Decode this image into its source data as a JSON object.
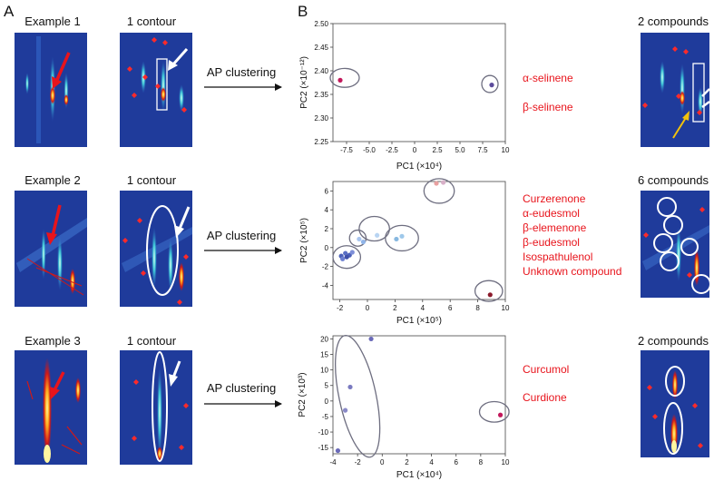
{
  "panels": {
    "a": "A",
    "b": "B"
  },
  "colors": {
    "heatmap_bg": "#1f3b9b",
    "red_text": "#e8141c",
    "arrow_red": "#e8141c",
    "ellipse": "#6e6e80"
  },
  "rows": [
    {
      "example_label": "Example 1",
      "contour_label": "1 contour",
      "method_label": "AP clustering",
      "result_label": "2 compounds",
      "compounds": [
        "α-selinene",
        "β-selinene"
      ],
      "chart": {
        "ylabel": "PC2 (×10⁻¹²)",
        "xlabel": "PC1 (×10⁴)",
        "xticks": [
          "-7.5",
          "-5.0",
          "-2.5",
          "0",
          "2.5",
          "5.0",
          "7.5",
          "10"
        ],
        "yticks": [
          "2.50",
          "2.45",
          "2.40",
          "2.35",
          "2.30",
          "2.25"
        ]
      }
    },
    {
      "example_label": "Example 2",
      "contour_label": "1 contour",
      "method_label": "AP clustering",
      "result_label": "6 compounds",
      "compounds": [
        "Curzerenone",
        "α-eudesmol",
        "β-elemenone",
        "β-eudesmol",
        "Isospathulenol",
        "Unknown compound"
      ],
      "chart": {
        "ylabel": "PC2 (×10⁵)",
        "xlabel": "PC1 (×10⁵)",
        "xticks": [
          "-2",
          "0",
          "2",
          "4",
          "6",
          "8",
          "10"
        ],
        "yticks": [
          "6",
          "4",
          "2",
          "0",
          "-2",
          "-4"
        ]
      }
    },
    {
      "example_label": "Example 3",
      "contour_label": "1 contour",
      "method_label": "AP clustering",
      "result_label": "2 compounds",
      "compounds": [
        "Curcumol",
        "Curdione"
      ],
      "chart": {
        "ylabel": "PC2 (×10³)",
        "xlabel": "PC1 (×10⁴)",
        "xticks": [
          "-4",
          "-2",
          "0",
          "2",
          "4",
          "6",
          "8",
          "10"
        ],
        "yticks": [
          "20",
          "15",
          "10",
          "5",
          "0",
          "-5",
          "-10",
          "-15"
        ]
      }
    }
  ],
  "chart_data": [
    {
      "type": "scatter",
      "xlabel": "PC1 (×10⁴)",
      "ylabel": "PC2 (×10⁻¹²)",
      "xlim": [
        -9,
        10
      ],
      "ylim": [
        2.25,
        2.5
      ],
      "points": [
        {
          "x": -8.2,
          "y": 2.38,
          "color": "#c2185b"
        },
        {
          "x": 8.5,
          "y": 2.37,
          "color": "#5c4b9b"
        }
      ],
      "clusters": [
        {
          "cx": -7.7,
          "cy": 2.385,
          "rx": 1.6,
          "ry": 0.02
        },
        {
          "cx": 8.3,
          "cy": 2.372,
          "rx": 0.9,
          "ry": 0.018
        }
      ]
    },
    {
      "type": "scatter",
      "xlabel": "PC1 (×10⁵)",
      "ylabel": "PC2 (×10⁵)",
      "xlim": [
        -2.5,
        10
      ],
      "ylim": [
        -5.5,
        7
      ],
      "points": [
        {
          "x": -1.9,
          "y": -0.9,
          "color": "#4a5fb8"
        },
        {
          "x": -1.6,
          "y": -0.6,
          "color": "#5a6fc4"
        },
        {
          "x": -1.3,
          "y": -0.8,
          "color": "#4a5fb8"
        },
        {
          "x": -1.8,
          "y": -1.2,
          "color": "#6c7fd0"
        },
        {
          "x": -1.5,
          "y": -1.0,
          "color": "#3e4fa8"
        },
        {
          "x": -1.1,
          "y": -0.5,
          "color": "#7e8fd8"
        },
        {
          "x": -0.6,
          "y": 0.9,
          "color": "#a8c4ee"
        },
        {
          "x": -0.3,
          "y": 0.6,
          "color": "#90b4e8"
        },
        {
          "x": 0.7,
          "y": 1.3,
          "color": "#b8d4f2"
        },
        {
          "x": 2.1,
          "y": 0.9,
          "color": "#88b8e0"
        },
        {
          "x": 2.5,
          "y": 1.2,
          "color": "#9ec8ea"
        },
        {
          "x": 5.0,
          "y": 6.8,
          "color": "#e8a0a0"
        },
        {
          "x": 5.5,
          "y": 6.9,
          "color": "#d8b0c8"
        },
        {
          "x": 8.9,
          "y": -5.0,
          "color": "#8b1a2b"
        }
      ],
      "clusters": [
        {
          "cx": -1.5,
          "cy": -1.0,
          "rx": 1.0,
          "ry": 1.2
        },
        {
          "cx": -0.7,
          "cy": 1.0,
          "rx": 0.6,
          "ry": 0.85
        },
        {
          "cx": 0.5,
          "cy": 2.0,
          "rx": 1.1,
          "ry": 1.3
        },
        {
          "cx": 2.5,
          "cy": 1.0,
          "rx": 1.2,
          "ry": 1.35
        },
        {
          "cx": 5.2,
          "cy": 6.0,
          "rx": 1.1,
          "ry": 1.3
        },
        {
          "cx": 8.8,
          "cy": -4.6,
          "rx": 1.0,
          "ry": 1.1
        }
      ]
    },
    {
      "type": "scatter",
      "xlabel": "PC1 (×10⁴)",
      "ylabel": "PC2 (×10³)",
      "xlim": [
        -4,
        10
      ],
      "ylim": [
        -17,
        21
      ],
      "points": [
        {
          "x": -0.9,
          "y": 20,
          "color": "#6a6ab8"
        },
        {
          "x": -2.6,
          "y": 4.5,
          "color": "#7a7ac0"
        },
        {
          "x": -3.0,
          "y": -3.0,
          "color": "#8a8ac8"
        },
        {
          "x": -3.6,
          "y": -16.0,
          "color": "#6a6ab8"
        },
        {
          "x": 9.6,
          "y": -4.5,
          "color": "#c2185b"
        }
      ],
      "clusters": [
        {
          "cx": -2.0,
          "cy": 1.5,
          "rx": 1.5,
          "ry": 20,
          "rot": -12
        },
        {
          "cx": 9.1,
          "cy": -3.5,
          "rx": 1.2,
          "ry": 3.3,
          "rot": 0
        }
      ]
    }
  ]
}
